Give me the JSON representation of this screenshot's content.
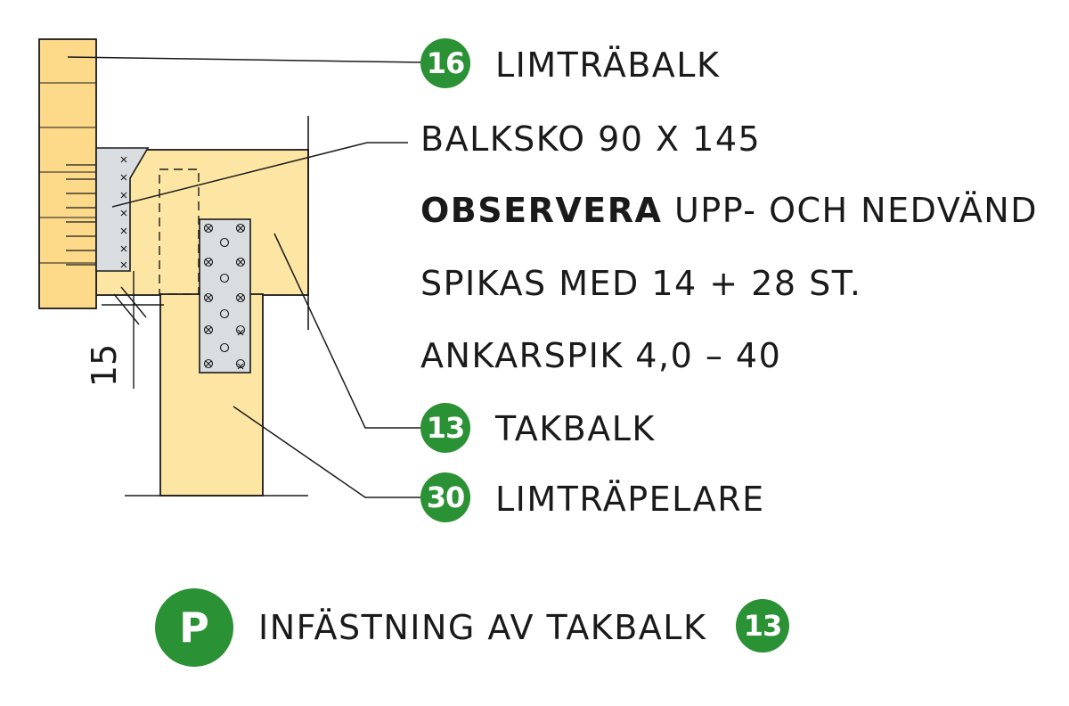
{
  "callouts": [
    {
      "number": "16",
      "label": "LIMTRÄBALK"
    },
    {
      "number": "13",
      "label": "TAKBALK"
    },
    {
      "number": "30",
      "label": "LIMTRÄPELARE"
    }
  ],
  "notes": {
    "beam_shoe": "BALKSKO 90 X 145",
    "warning_bold": "OBSERVERA",
    "warning_rest": " UPP- OCH NEDVÄND",
    "nailing": "SPIKAS MED 14 + 28 ST.",
    "anchor_nail": "ANKARSPIK 4,0 – 40"
  },
  "dimension": {
    "value": "15"
  },
  "footer": {
    "badge": "P",
    "title": "INFÄSTNING AV TAKBALK",
    "ref": "13"
  },
  "colors": {
    "timber": "#fde6a4",
    "glulam": "#fdd98a",
    "steel": "#d9dde0",
    "badge_green": "#2a9134",
    "line": "#1a1a1a"
  }
}
